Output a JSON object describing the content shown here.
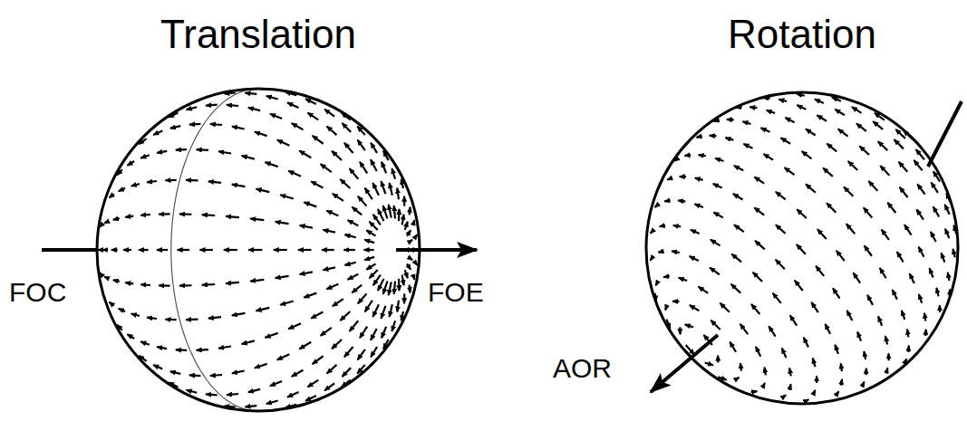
{
  "diagram": {
    "labels": [
      "Translation",
      "FOC",
      "FOE",
      "Rotation",
      "AOR"
    ]
  }
}
